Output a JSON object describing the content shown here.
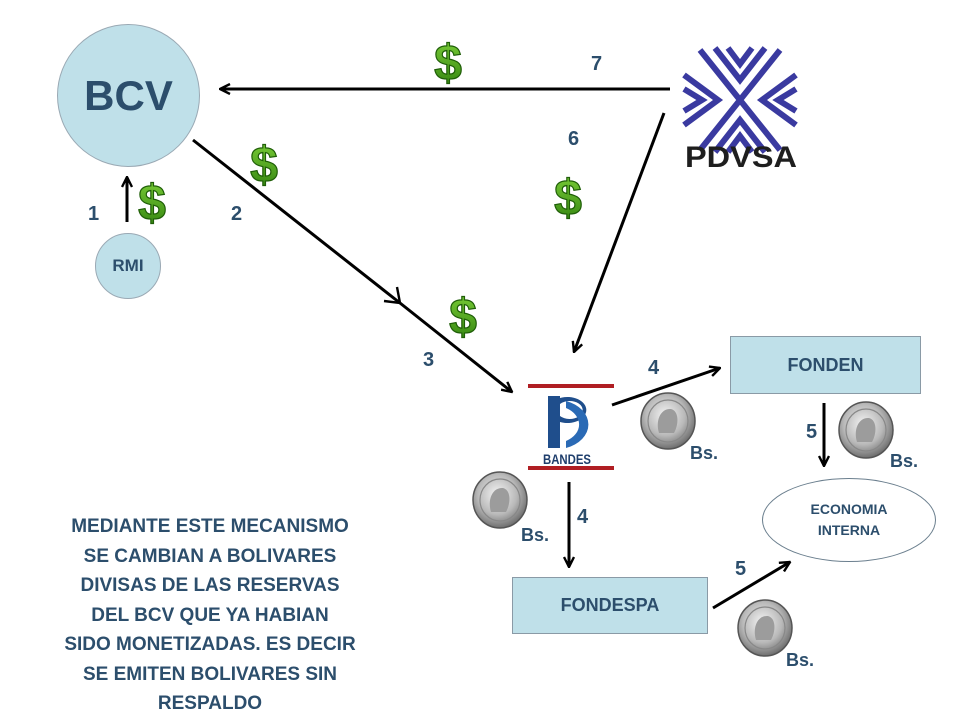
{
  "nodes": {
    "bcv": "BCV",
    "rmi": "RMI",
    "fonden": "FONDEN",
    "fondespa": "FONDESPA",
    "economia": [
      "ECONOMIA",
      "INTERNA"
    ]
  },
  "logos": {
    "pdvsa_text": "PDVSA",
    "bandes_text": "BANDES"
  },
  "steps": {
    "s1": "1",
    "s2": "2",
    "s3": "3",
    "s4a": "4",
    "s4b": "4",
    "s5a": "5",
    "s5b": "5",
    "s6": "6",
    "s7": "7"
  },
  "currency": {
    "dollar": "$",
    "bs": "Bs."
  },
  "note_lines": [
    "MEDIANTE ESTE MECANISMO",
    "SE CAMBIAN A BOLIVARES",
    "DIVISAS DE LAS RESERVAS",
    "DEL BCV QUE YA HABIAN",
    "SIDO MONETIZADAS. ES  DECIR",
    "SE EMITEN BOLIVARES SIN",
    "RESPALDO"
  ],
  "colors": {
    "text": "#2c4e6c",
    "node_fill": "#bfe0e9",
    "dollar_green": "#3a9a14",
    "pdvsa_blue": "#3a3aa0",
    "bandes_blue": "#1f4e8c",
    "bandes_red": "#b01e23"
  }
}
